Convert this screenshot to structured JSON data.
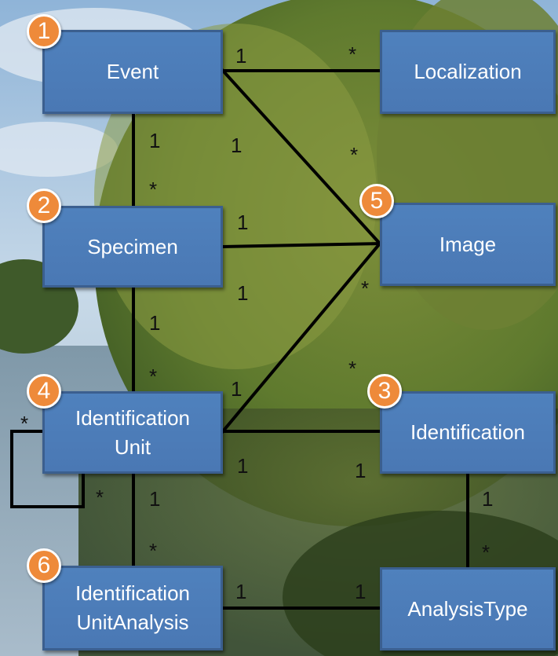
{
  "entities": {
    "event": "Event",
    "localization": "Localization",
    "specimen": "Specimen",
    "image": "Image",
    "identification_unit_line1": "Identification",
    "identification_unit_line2": "Unit",
    "identification": "Identification",
    "identification_unit_analysis_line1": "Identification",
    "identification_unit_analysis_line2": "UnitAnalysis",
    "analysis_type": "AnalysisType"
  },
  "badges": {
    "event": "1",
    "specimen": "2",
    "identification": "3",
    "identification_unit": "4",
    "image": "5",
    "identification_unit_analysis": "6"
  },
  "multiplicities": {
    "event_localization_one": "1",
    "event_localization_many": "*",
    "event_specimen_one": "1",
    "event_specimen_many": "*",
    "event_image_one": "1",
    "event_image_many": "*",
    "specimen_image_one": "1",
    "specimen_idunit_one": "1",
    "specimen_idunit_many": "*",
    "idunit_image_one": "1",
    "idunit_image_many": "*",
    "idunit_image_one_b": "1",
    "idunit_image_many_b": "*",
    "idunit_self_many_a": "*",
    "idunit_self_many_b": "*",
    "idunit_identification_one": "1",
    "idunit_identification_one_b": "1",
    "idunit_analysis_one": "1",
    "idunit_analysis_many": "*",
    "identification_analysistype_one": "1",
    "identification_analysistype_many": "*",
    "analysis_analysistype_one": "1",
    "analysis_analysistype_one_b": "1"
  },
  "colors": {
    "box_fill": "#4f81bd",
    "box_border": "#3b5f8f",
    "badge_fill": "#ee8a3a",
    "line": "#000000"
  }
}
